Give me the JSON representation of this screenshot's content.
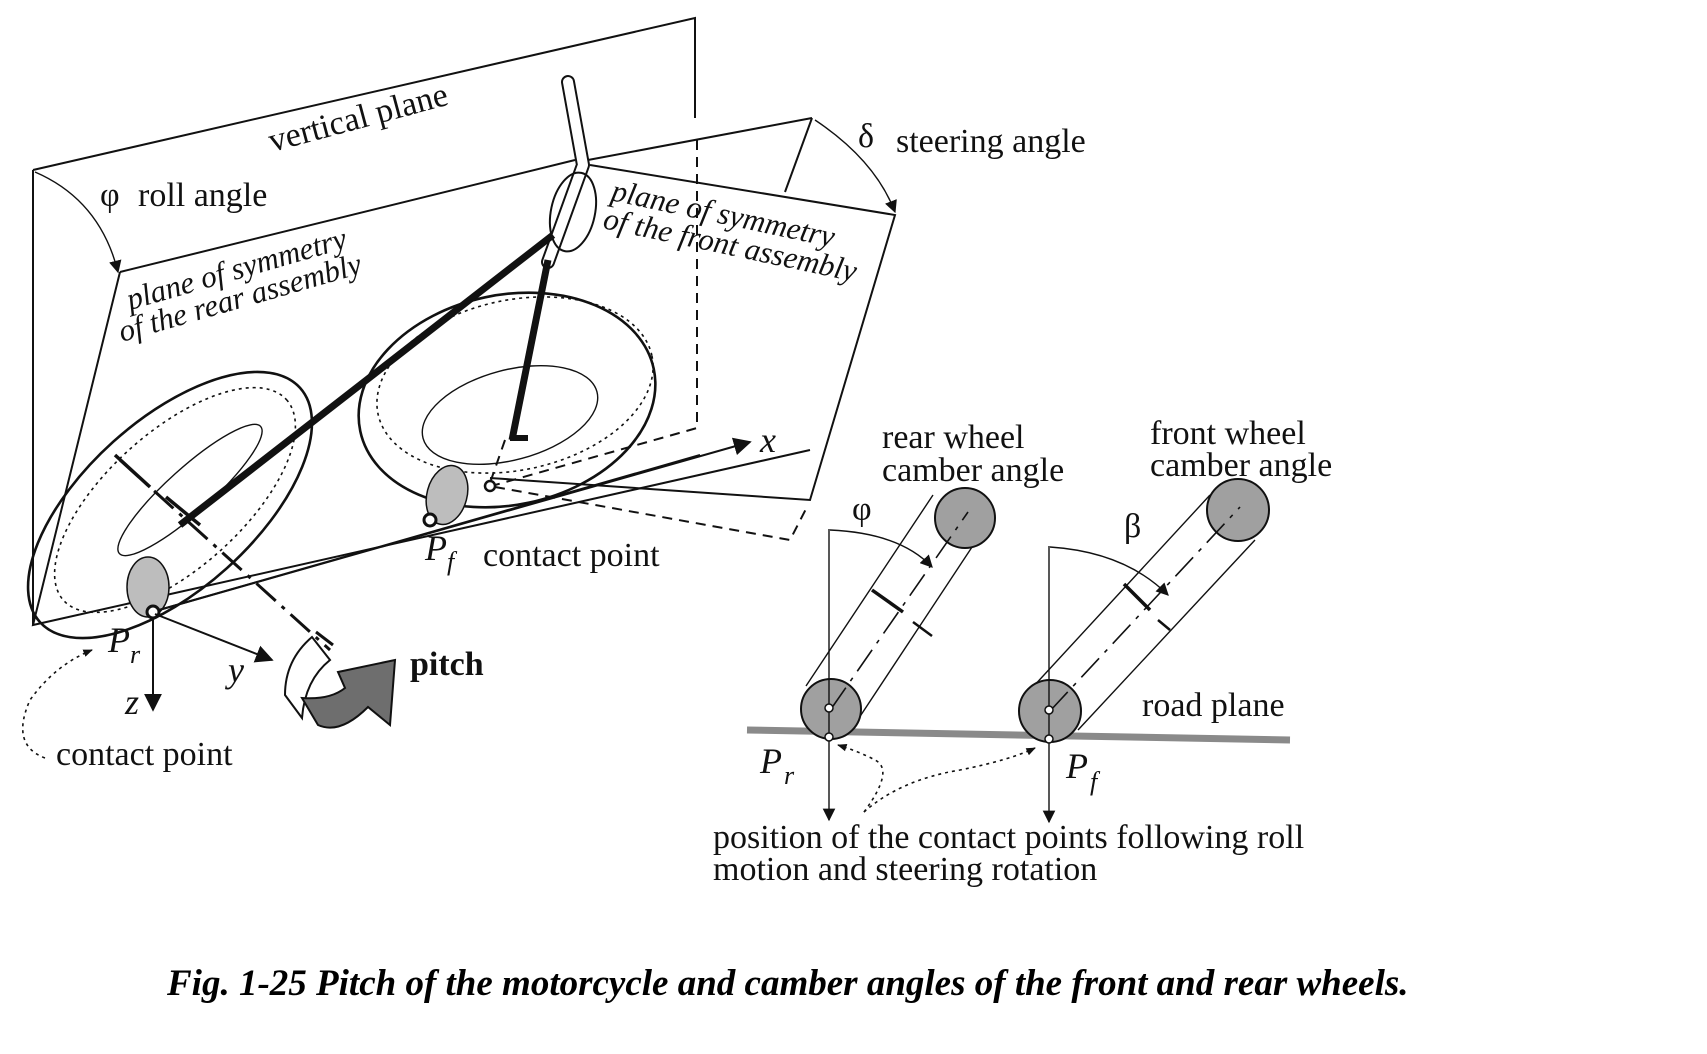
{
  "figure": {
    "caption": "Fig. 1-25 Pitch of the motorcycle and camber angles of the front and rear wheels.",
    "left_diagram": {
      "vertical_plane_label": "vertical plane",
      "roll_angle_symbol": "φ",
      "roll_angle_label": "roll angle",
      "rear_plane_label_line1": "plane of symmetry",
      "rear_plane_label_line2": "of the rear assembly",
      "steering_angle_symbol": "δ",
      "steering_angle_label": "steering angle",
      "front_plane_label_line1": "plane of symmetry",
      "front_plane_label_line2": "of the front assembly",
      "axis_x": "x",
      "axis_y": "y",
      "axis_z": "z",
      "front_contact_symbol": "P",
      "front_contact_subscript": "f",
      "front_contact_label": "contact point",
      "rear_contact_symbol": "P",
      "rear_contact_subscript": "r",
      "rear_contact_label": "contact point",
      "pitch_label": "pitch"
    },
    "right_diagram": {
      "rear_camber_line1": "rear wheel",
      "rear_camber_line2": "camber angle",
      "rear_camber_symbol": "φ",
      "front_camber_line1": "front wheel",
      "front_camber_line2": "camber angle",
      "front_camber_symbol": "β",
      "road_plane_label": "road plane",
      "rear_contact_symbol": "P",
      "rear_contact_subscript": "r",
      "front_contact_symbol": "P",
      "front_contact_subscript": "f",
      "note_line1": "position of the contact points following roll",
      "note_line2": "motion and steering rotation"
    },
    "colors": {
      "line": "#111111",
      "gray_fill": "#bdbdbd",
      "wheel_cap_fill": "#a0a0a0",
      "road_plane": "#8a8a8a",
      "pitch_arrow": "#6e6e6e"
    }
  }
}
